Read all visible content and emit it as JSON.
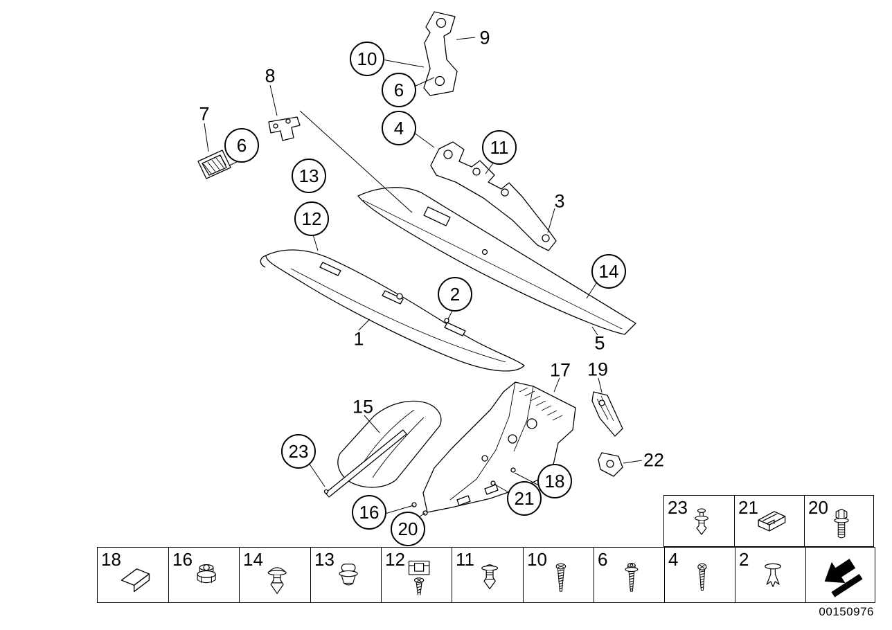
{
  "doc_number": "00150976",
  "colors": {
    "line": "#000000",
    "background": "#ffffff"
  },
  "diagram": {
    "title": "Trim panel exploded parts diagram",
    "circled_callouts": [
      {
        "label": "10"
      },
      {
        "label": "6"
      },
      {
        "label": "4"
      },
      {
        "label": "11"
      },
      {
        "label": "6"
      },
      {
        "label": "13"
      },
      {
        "label": "12"
      },
      {
        "label": "14"
      },
      {
        "label": "2"
      },
      {
        "label": "23"
      },
      {
        "label": "16"
      },
      {
        "label": "18"
      },
      {
        "label": "21"
      },
      {
        "label": "20"
      }
    ],
    "plain_callouts": [
      {
        "label": "9"
      },
      {
        "label": "8"
      },
      {
        "label": "7"
      },
      {
        "label": "3"
      },
      {
        "label": "1"
      },
      {
        "label": "5"
      },
      {
        "label": "17"
      },
      {
        "label": "19"
      },
      {
        "label": "15"
      },
      {
        "label": "22"
      }
    ]
  },
  "legend": {
    "right_table": [
      {
        "label": "23",
        "icon": "push-pin-rivet-icon"
      },
      {
        "label": "21",
        "icon": "spring-clip-icon"
      },
      {
        "label": "20",
        "icon": "hex-flange-bolt-icon"
      }
    ],
    "bottom_strip": [
      {
        "label": "18",
        "icon": "angle-bracket-icon"
      },
      {
        "label": "16",
        "icon": "hex-nut-icon"
      },
      {
        "label": "14",
        "icon": "dome-rivet-icon"
      },
      {
        "label": "13",
        "icon": "grommet-nut-icon"
      },
      {
        "label": "12",
        "icon": "clip-nut-screw-icon"
      },
      {
        "label": "11",
        "icon": "expanding-rivet-icon"
      },
      {
        "label": "10",
        "icon": "tapping-screw-icon"
      },
      {
        "label": "6",
        "icon": "washer-screw-icon"
      },
      {
        "label": "4",
        "icon": "oval-head-screw-icon"
      },
      {
        "label": "2",
        "icon": "split-rivet-icon"
      }
    ]
  }
}
